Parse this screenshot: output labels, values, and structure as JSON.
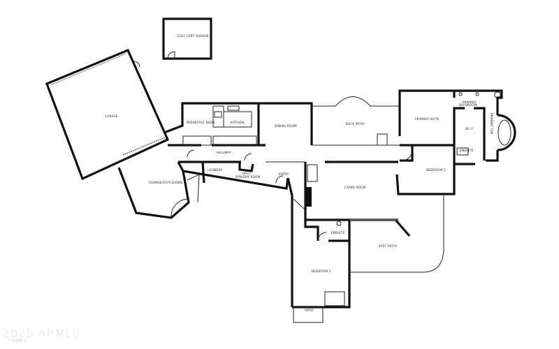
{
  "rooms": {
    "golf_cart_garage": "GOLF CART GARAGE",
    "garage": "GARAGE",
    "breakfast_nook": "BREAKFAST NOOK",
    "kitchen": "KITCHEN",
    "dining_room": "DINING ROOM",
    "back_patio": "BACK PATIO",
    "primary_suite": "PRIMARY SUITE",
    "primary_bathroom_1": "PRIMARY",
    "primary_bathroom_2": "BATHROOM",
    "wic": "W.I.C",
    "primary_tub": "PRIMARY TUB",
    "ensuite_primary": "ENSUITE",
    "bedroom_2": "BEDROOM 2",
    "hallway": "HALLWAY",
    "laundry": "LAUNDRY",
    "hall_powder_1": "HALL",
    "hall_powder_2": "POWDER ROOM",
    "entry": "ENTRY",
    "lounge": "LOUNGE/OFFICE/DEN",
    "living_room": "LIVING ROOM",
    "ensuite_bed3": "ENSUITE",
    "east_patio": "EAST PATIO",
    "bedroom_3": "BEDROOM 3",
    "patio": "PATIO"
  },
  "watermark": "2025 ARMLS",
  "floor_label": "FLOOR 1",
  "colors": {
    "walls": "#111111",
    "background": "#ffffff"
  }
}
